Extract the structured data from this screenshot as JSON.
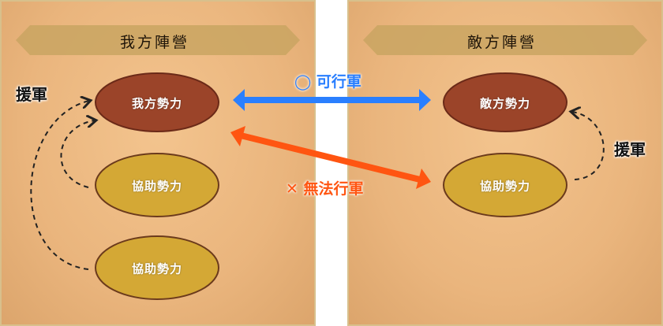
{
  "left_panel": {
    "title": "我方陣營",
    "reinforcement_label": "援軍",
    "nodes": [
      "我方勢力",
      "協助勢力",
      "協助勢力"
    ]
  },
  "right_panel": {
    "title": "敵方陣營",
    "reinforcement_label": "援軍",
    "nodes": [
      "敵方勢力",
      "協助勢力"
    ]
  },
  "relations": {
    "allowed": "◯ 可行軍",
    "forbidden": "✕ 無法行軍"
  },
  "colors": {
    "own": "#9b4429",
    "ally": "#d4a835",
    "allowed": "#2a7fff",
    "forbidden": "#ff5511"
  }
}
